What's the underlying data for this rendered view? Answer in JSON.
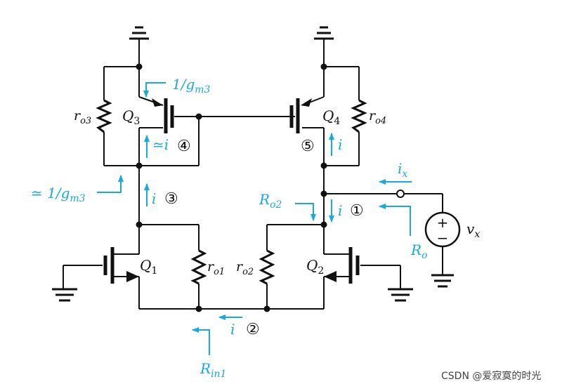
{
  "colors": {
    "wire": "#111111",
    "annotation": "#17a9e0",
    "background": "#ffffff"
  },
  "transistors": {
    "q1": {
      "letter": "Q",
      "sub": "1"
    },
    "q2": {
      "letter": "Q",
      "sub": "2"
    },
    "q3": {
      "letter": "Q",
      "sub": "3"
    },
    "q4": {
      "letter": "Q",
      "sub": "4"
    }
  },
  "resistors": {
    "ro1": {
      "letter": "r",
      "sub": "o1"
    },
    "ro2": {
      "letter": "r",
      "sub": "o2"
    },
    "ro3": {
      "letter": "r",
      "sub": "o3"
    },
    "ro4": {
      "letter": "r",
      "sub": "o4"
    }
  },
  "source": {
    "name": "v",
    "sub": "x",
    "plus": "+",
    "minus": "−"
  },
  "annotations": {
    "g_m3_top": {
      "main": "1/g",
      "sub": "m3"
    },
    "g_m3_left": {
      "main": "≃ 1/g",
      "sub": "m3"
    },
    "ro2": {
      "main": "R",
      "sub": "o2"
    },
    "ro": {
      "main": "R",
      "sub": "o"
    },
    "rin1": {
      "main": "R",
      "sub": "in1"
    },
    "ix": {
      "main": "i",
      "sub": "x"
    },
    "i_approx": "≃",
    "i": "i"
  },
  "circled": [
    "①",
    "②",
    "③",
    "④",
    "⑤"
  ],
  "watermark": "CSDN @爱寂寞的时光"
}
